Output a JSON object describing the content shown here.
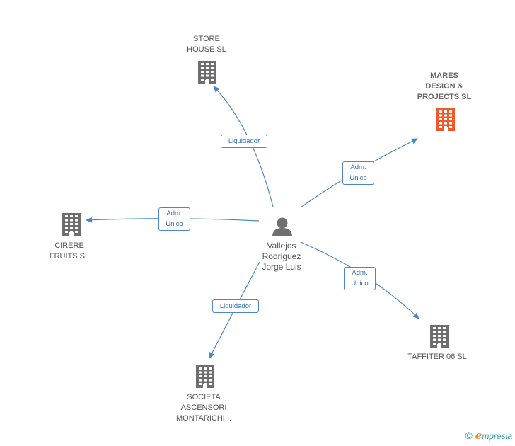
{
  "person": {
    "lines": [
      "Vallejos",
      "Rodriguez",
      "Jorge Luis"
    ]
  },
  "companies": [
    {
      "id": "store-house",
      "lines": [
        "STORE",
        "HOUSE SL"
      ],
      "highlight": false
    },
    {
      "id": "mares",
      "lines": [
        "MARES",
        "DESIGN &",
        "PROJECTS SL"
      ],
      "highlight": true
    },
    {
      "id": "cirere",
      "lines": [
        "CIRERE",
        "FRUITS SL"
      ],
      "highlight": false
    },
    {
      "id": "taffiter",
      "lines": [
        "TAFFITER 06 SL"
      ],
      "highlight": false
    },
    {
      "id": "societa",
      "lines": [
        "SOCIETA",
        "ASCENSORI",
        "MONTARICHI..."
      ],
      "highlight": false
    }
  ],
  "relations": [
    {
      "to": "store-house",
      "lines": [
        "Liquidador"
      ]
    },
    {
      "to": "mares",
      "lines": [
        "Adm.",
        "Unico"
      ]
    },
    {
      "to": "cirere",
      "lines": [
        "Adm.",
        "Unico"
      ]
    },
    {
      "to": "taffiter",
      "lines": [
        "Adm.",
        "Unico"
      ]
    },
    {
      "to": "societa",
      "lines": [
        "Liquidador"
      ]
    }
  ],
  "colors": {
    "edge": "#4a86c8",
    "building": "#6e6e6e",
    "building_highlight": "#f05a28",
    "person": "#6e6e6e"
  },
  "footer": {
    "copyright": "©",
    "brand_initial": "e",
    "brand_rest": "mpresia"
  }
}
